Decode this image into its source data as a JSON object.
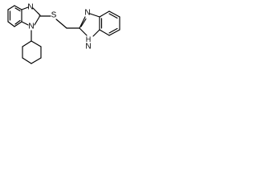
{
  "molecule": {
    "atoms": {
      "nitrogen_imine_left": "N",
      "nitrogen_substituted_left": "N",
      "sulfur": "S",
      "nitrogen_imine_right": "N",
      "nitrogen_nh_right": "H\nN"
    },
    "labels": {
      "n1": "N",
      "n2": "N",
      "s": "S",
      "n3": "N",
      "nh_h": "H",
      "nh_n": "N"
    }
  }
}
